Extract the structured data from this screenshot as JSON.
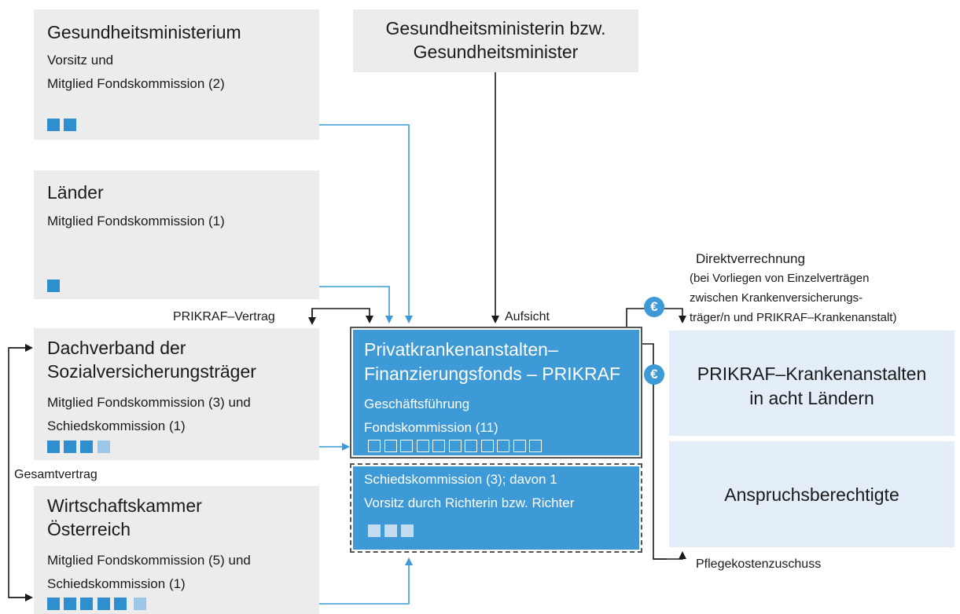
{
  "ministry": {
    "title": "Gesundheitsministerium",
    "line1": "Vorsitz und",
    "line2": "Mitglied Fondskommission (2)"
  },
  "minister": {
    "line1": "Gesundheitsministerin bzw.",
    "line2": "Gesundheitsminister"
  },
  "laender": {
    "title": "Länder",
    "line1": "Mitglied Fondskommission (1)"
  },
  "dachverband": {
    "title1": "Dachverband der",
    "title2": "Sozialversicherungsträger",
    "line1": "Mitglied Fondskommission (3) und",
    "line2": "Schiedskommission (1)"
  },
  "wko": {
    "title1": "Wirtschaftskammer",
    "title2": "Österreich",
    "line1": "Mitglied Fondskommission (5) und",
    "line2": "Schiedskommission (1)"
  },
  "prikraf": {
    "title1": "Privatkrankenanstalten–",
    "title2": "Finanzierungsfonds – PRIKRAF",
    "line1": "Geschäftsführung",
    "line2": "Fondskommission (11)"
  },
  "schieds": {
    "line1": "Schiedskommission (3); davon 1",
    "line2": "Vorsitz durch Richterin bzw. Richter"
  },
  "anstalten": {
    "line1": "PRIKRAF–Krankenanstalten",
    "line2": "in acht Ländern"
  },
  "anspruch": {
    "label": "Anspruchsberechtigte"
  },
  "labels": {
    "vertrag": "PRIKRAF–Vertrag",
    "aufsicht": "Aufsicht",
    "gesamtvertrag": "Gesamtvertrag",
    "pflege": "Pflegekostenzuschuss",
    "direkt1": "Direktverrechnung",
    "direkt2": "(bei Vorliegen von Einzelverträgen",
    "direkt3": "zwischen Krankenversicherungs-",
    "direkt4": "träger/n und PRIKRAF–Krankenanstalt)",
    "euro": "€"
  },
  "colors": {
    "blue": "#3d9ad6",
    "grey": "#ececed",
    "lightblue": "#e3eef8"
  }
}
